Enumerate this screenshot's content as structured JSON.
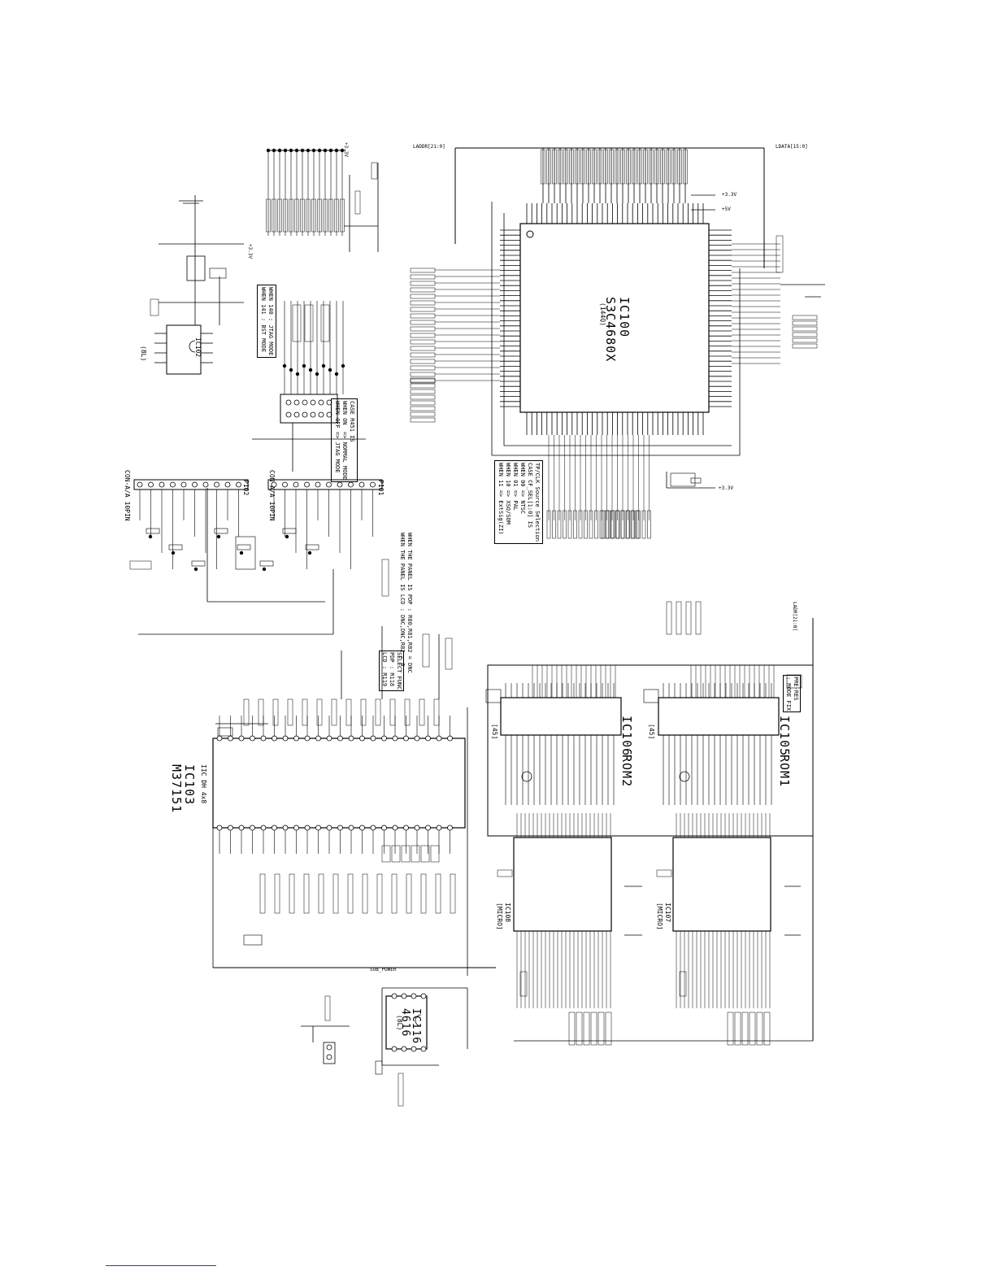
{
  "schematic": {
    "ics": {
      "ic100": {
        "ref": "IC100",
        "part": "S3C4680X",
        "pkg": "(144Q)"
      },
      "ic103": {
        "ref": "IC103",
        "part": "M37151",
        "note": "IIC DH 4x8"
      },
      "ic105": {
        "ref": "IC105",
        "part": "ROM1",
        "pkg": "[45]"
      },
      "ic106": {
        "ref": "IC106",
        "part": "ROM2",
        "pkg": "[45]"
      },
      "ic107": {
        "ref": "IC107",
        "pkg": "[MICRO]"
      },
      "ic108": {
        "ref": "IC108",
        "pkg": "[MICRO]"
      },
      "ic116": {
        "ref": "IC116",
        "part": "4616",
        "pkg": "(8L)"
      },
      "ic102": {
        "ref": "IC102",
        "pkg": "(8L)"
      }
    },
    "connectors": {
      "p101": {
        "ref": "P101",
        "label": "CON-A/A 10PIN"
      },
      "p102": {
        "ref": "P102",
        "label": "CON-A/A 10PIN"
      }
    },
    "notes": {
      "jtag": "WHEN 140 : JTAG MODE\nWHEN 141 : BST MODE",
      "r451": "CASE R451 IS\nWHEN ON  => NORMAL MODE\nWHEN OFF => JTAG MODE",
      "clock": "TP/CLK Source Selection\nCASE CF_SEL[1:0] IS\nWHEN 00 => NTSC\nWHEN 01 => PAL\nWHEN 10 => XSO/SOM\nWHEN 11 => ExtSig(ZI)",
      "panel": "WHEN THE PANEL IS PDP : R80,R81,R82 = DNC\nWHEN THE PANEL IS LCD : DNC,DNC,R82 = 0",
      "jumper": "PRE-RES\n: MODE FIX",
      "select": "SELECT FUNC\nPDP : R118\nLCD : R119"
    },
    "bus_labels": {
      "laddr": "LADDR[21:0]",
      "ldata": "LDATA[15:0]",
      "ladr": "LADR[21:0]",
      "sub_power": "SUB_POWER"
    },
    "rails": {
      "v33": "+3.3V",
      "v5": "+5V"
    }
  }
}
